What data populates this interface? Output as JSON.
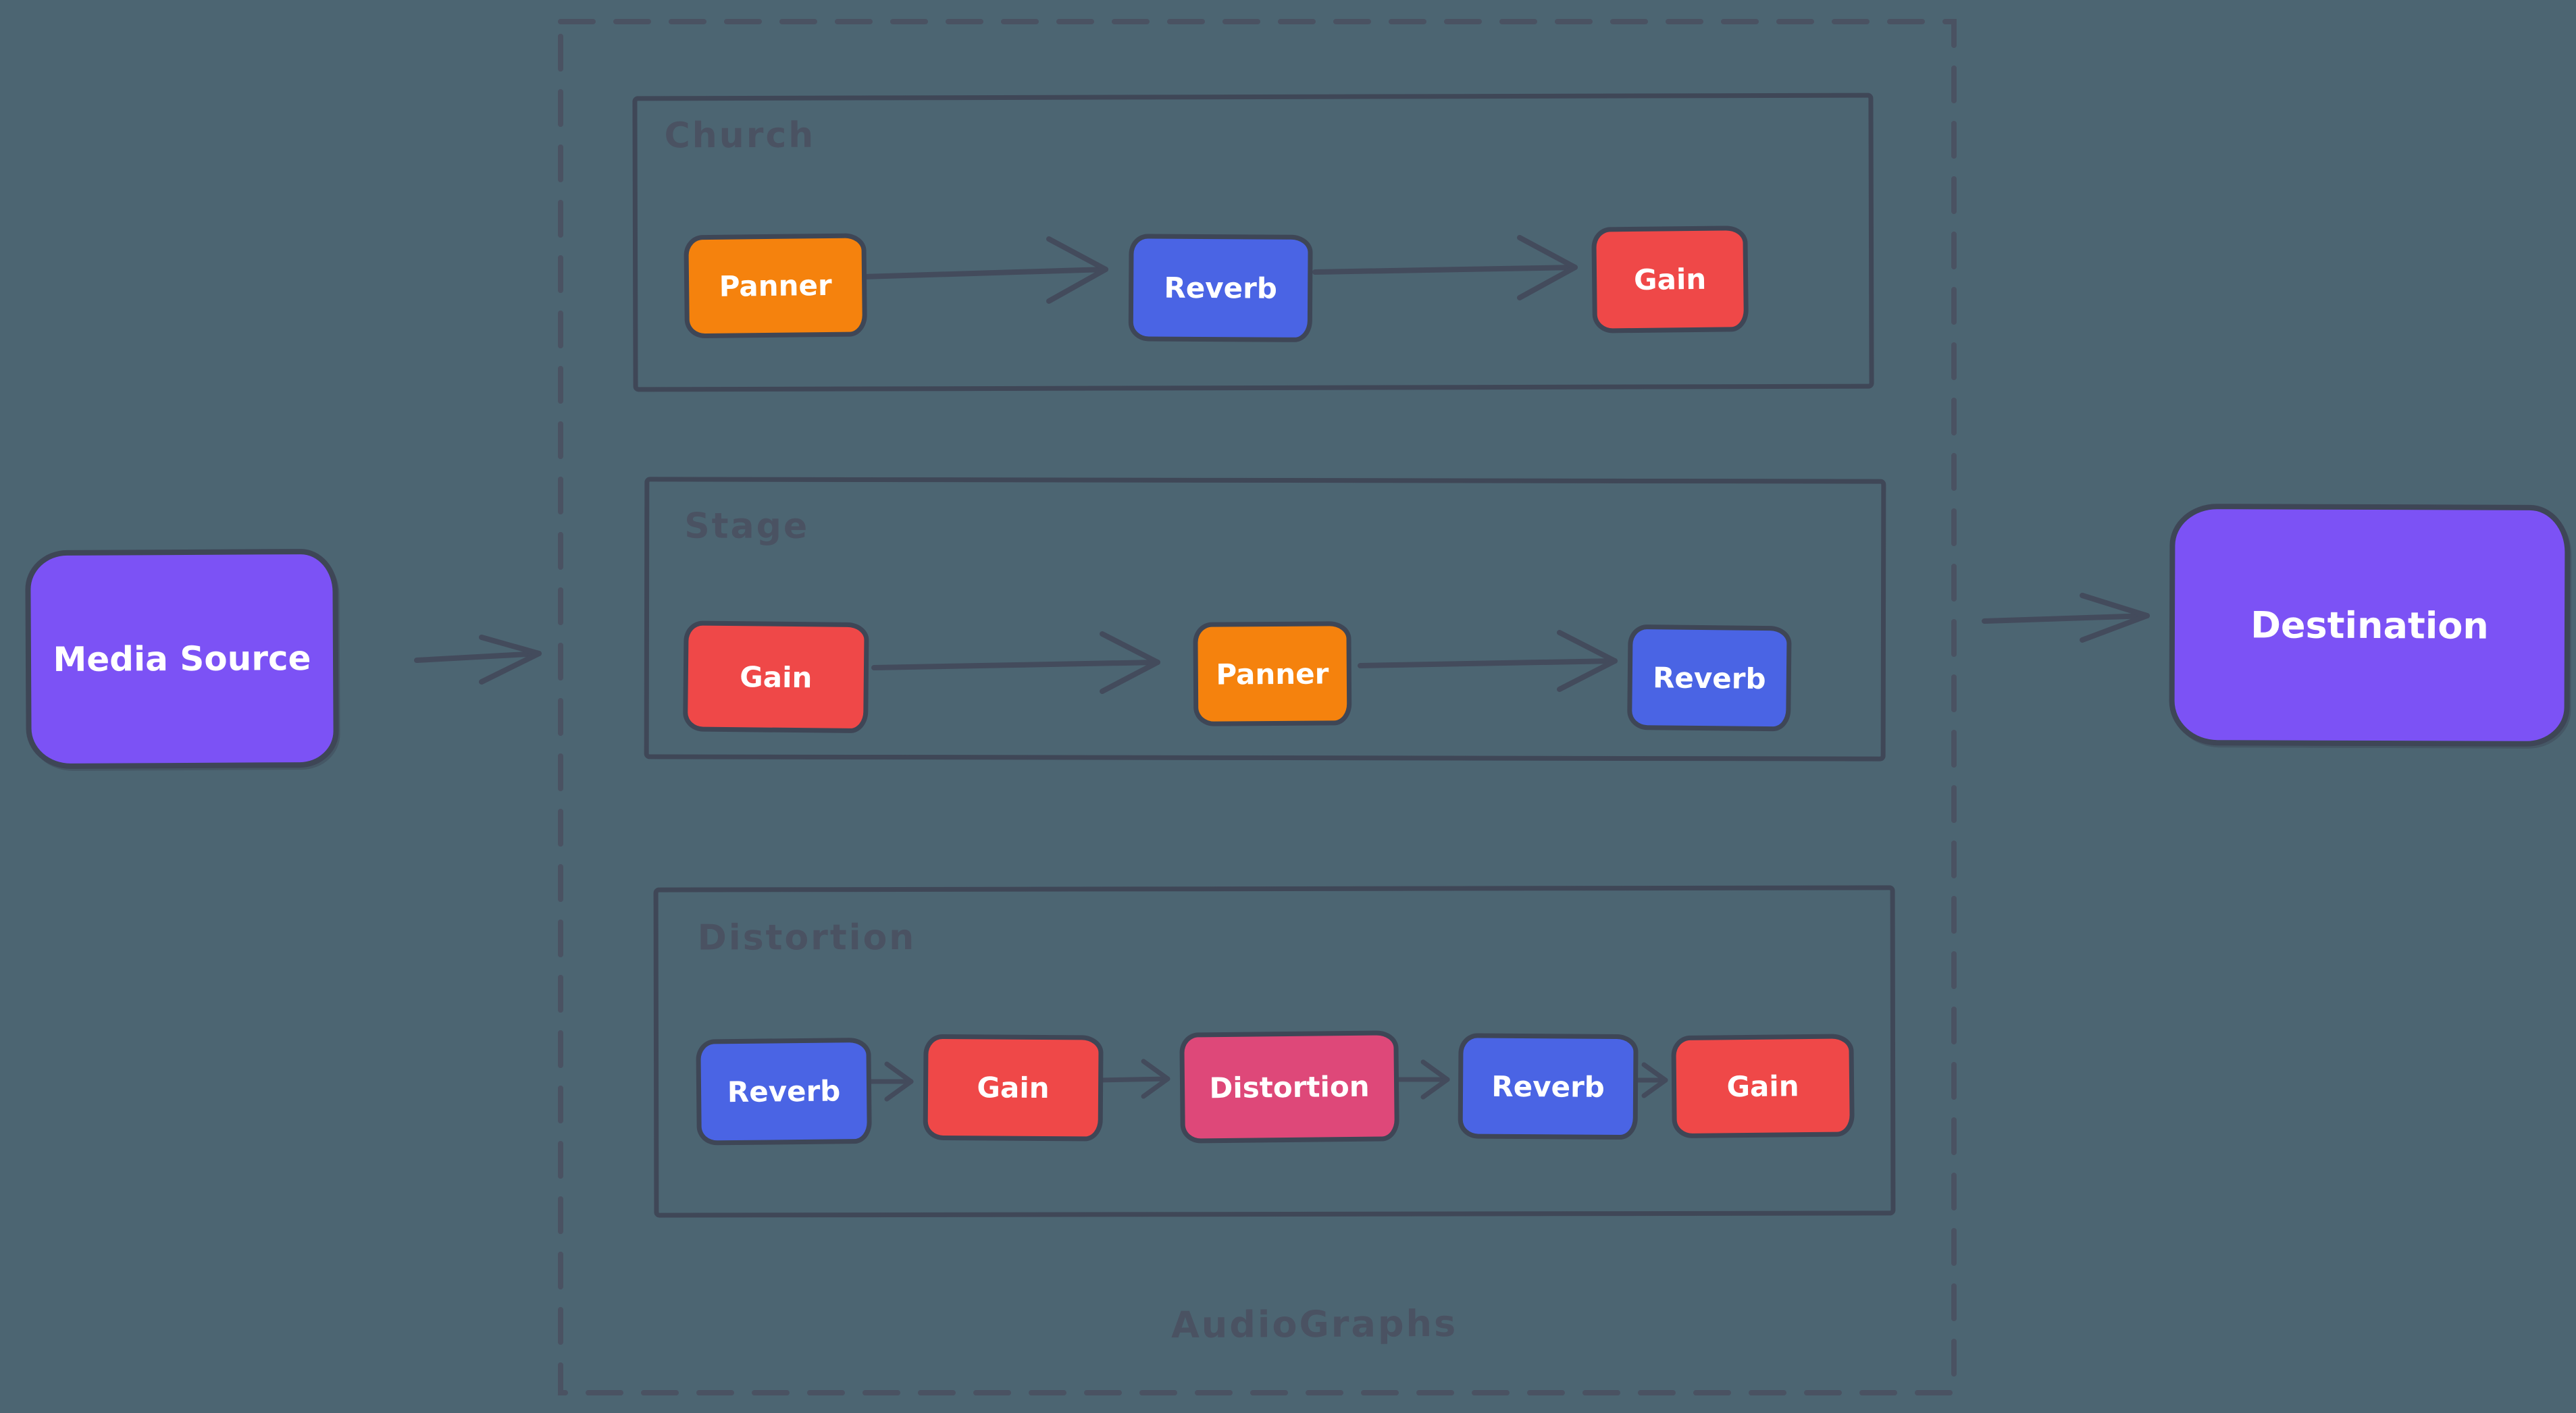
{
  "canvas": {
    "background": "#4C6572"
  },
  "source": {
    "label": "Media Source",
    "color": "#7C52F5"
  },
  "destination": {
    "label": "Destination",
    "color": "#7C52F5"
  },
  "audio_graphs_container": {
    "label": "AudioGraphs"
  },
  "graphs": [
    {
      "name": "Church",
      "nodes": [
        {
          "label": "Panner",
          "color": "#F5820D"
        },
        {
          "label": "Reverb",
          "color": "#4A64E4"
        },
        {
          "label": "Gain",
          "color": "#EF4848"
        }
      ]
    },
    {
      "name": "Stage",
      "nodes": [
        {
          "label": "Gain",
          "color": "#EF4848"
        },
        {
          "label": "Panner",
          "color": "#F5820D"
        },
        {
          "label": "Reverb",
          "color": "#4A64E4"
        }
      ]
    },
    {
      "name": "Distortion",
      "nodes": [
        {
          "label": "Reverb",
          "color": "#4A64E4"
        },
        {
          "label": "Gain",
          "color": "#EF4848"
        },
        {
          "label": "Distortion",
          "color": "#DE4879"
        },
        {
          "label": "Reverb",
          "color": "#4A64E4"
        },
        {
          "label": "Gain",
          "color": "#EF4848"
        }
      ]
    }
  ],
  "colors": {
    "background": "#4C6572",
    "arrow_stroke": "#434B5C",
    "node_border": "#3E4656",
    "group_border": "#3F4757",
    "muted_label": "#4A5262",
    "purple_node": "#7C52F5",
    "orange_node": "#F5820D",
    "blue_node": "#4A64E4",
    "red_node": "#EF4848",
    "pink_node": "#DE4879"
  }
}
